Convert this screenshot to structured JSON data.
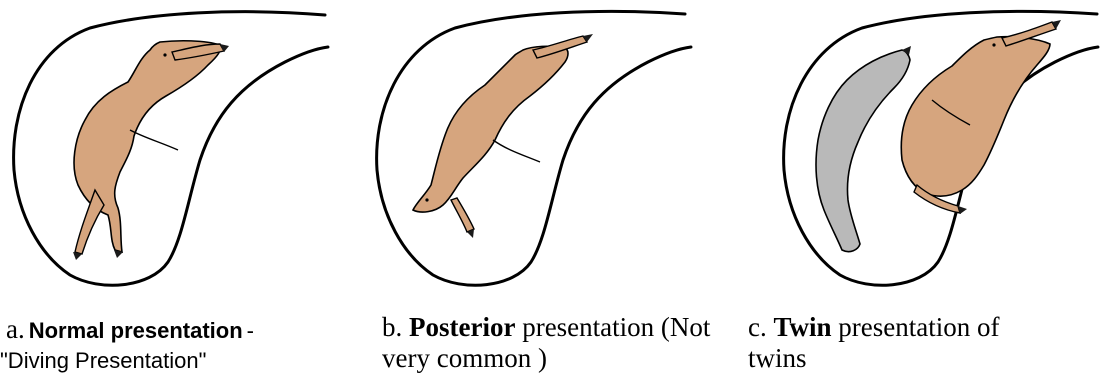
{
  "colors": {
    "calf": "#d6a57e",
    "twin_calf": "#b9b9b9",
    "outline": "#000000",
    "hoof": "#1a1a1a"
  },
  "captions": {
    "a": {
      "prefix": "a.",
      "bold": "Normal presentation",
      "suffix": "-",
      "line2": "\"Diving Presentation\""
    },
    "b": {
      "prefix": "b.",
      "bold": "Posterior",
      "suffix": "presentation (Not",
      "line2": "very common )"
    },
    "c": {
      "prefix": "c.",
      "bold": "Twin",
      "suffix": "presentation of",
      "line2": "twins"
    }
  }
}
